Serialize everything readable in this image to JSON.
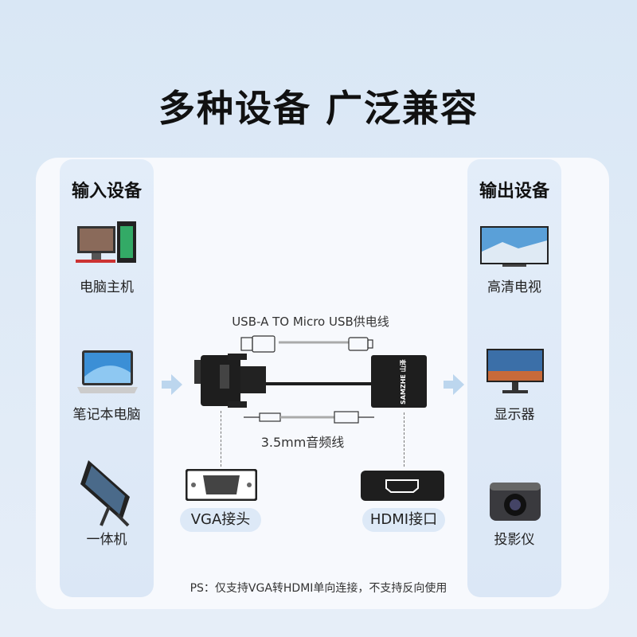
{
  "title": "多种设备 广泛兼容",
  "input": {
    "heading": "输入设备",
    "items": [
      {
        "label": "电脑主机",
        "icon": "desktop-pc-icon"
      },
      {
        "label": "笔记本电脑",
        "icon": "laptop-icon"
      },
      {
        "label": "一体机",
        "icon": "all-in-one-pc-icon"
      }
    ]
  },
  "output": {
    "heading": "输出设备",
    "items": [
      {
        "label": "高清电视",
        "icon": "tv-icon"
      },
      {
        "label": "显示器",
        "icon": "monitor-icon"
      },
      {
        "label": "投影仪",
        "icon": "projector-icon"
      }
    ]
  },
  "center": {
    "usb_cable_label": "USB-A TO Micro USB供电线",
    "audio_cable_label": "3.5mm音频线",
    "vga_label": "VGA接头",
    "hdmi_label": "HDMI接口",
    "brand": "SAMZHE 山泽"
  },
  "note": "PS：仅支持VGA转HDMI单向连接，不支持反向使用",
  "colors": {
    "panel": "#dde9f7",
    "arrow": "#bcd6ee",
    "adapter": "#1e1e1e"
  }
}
